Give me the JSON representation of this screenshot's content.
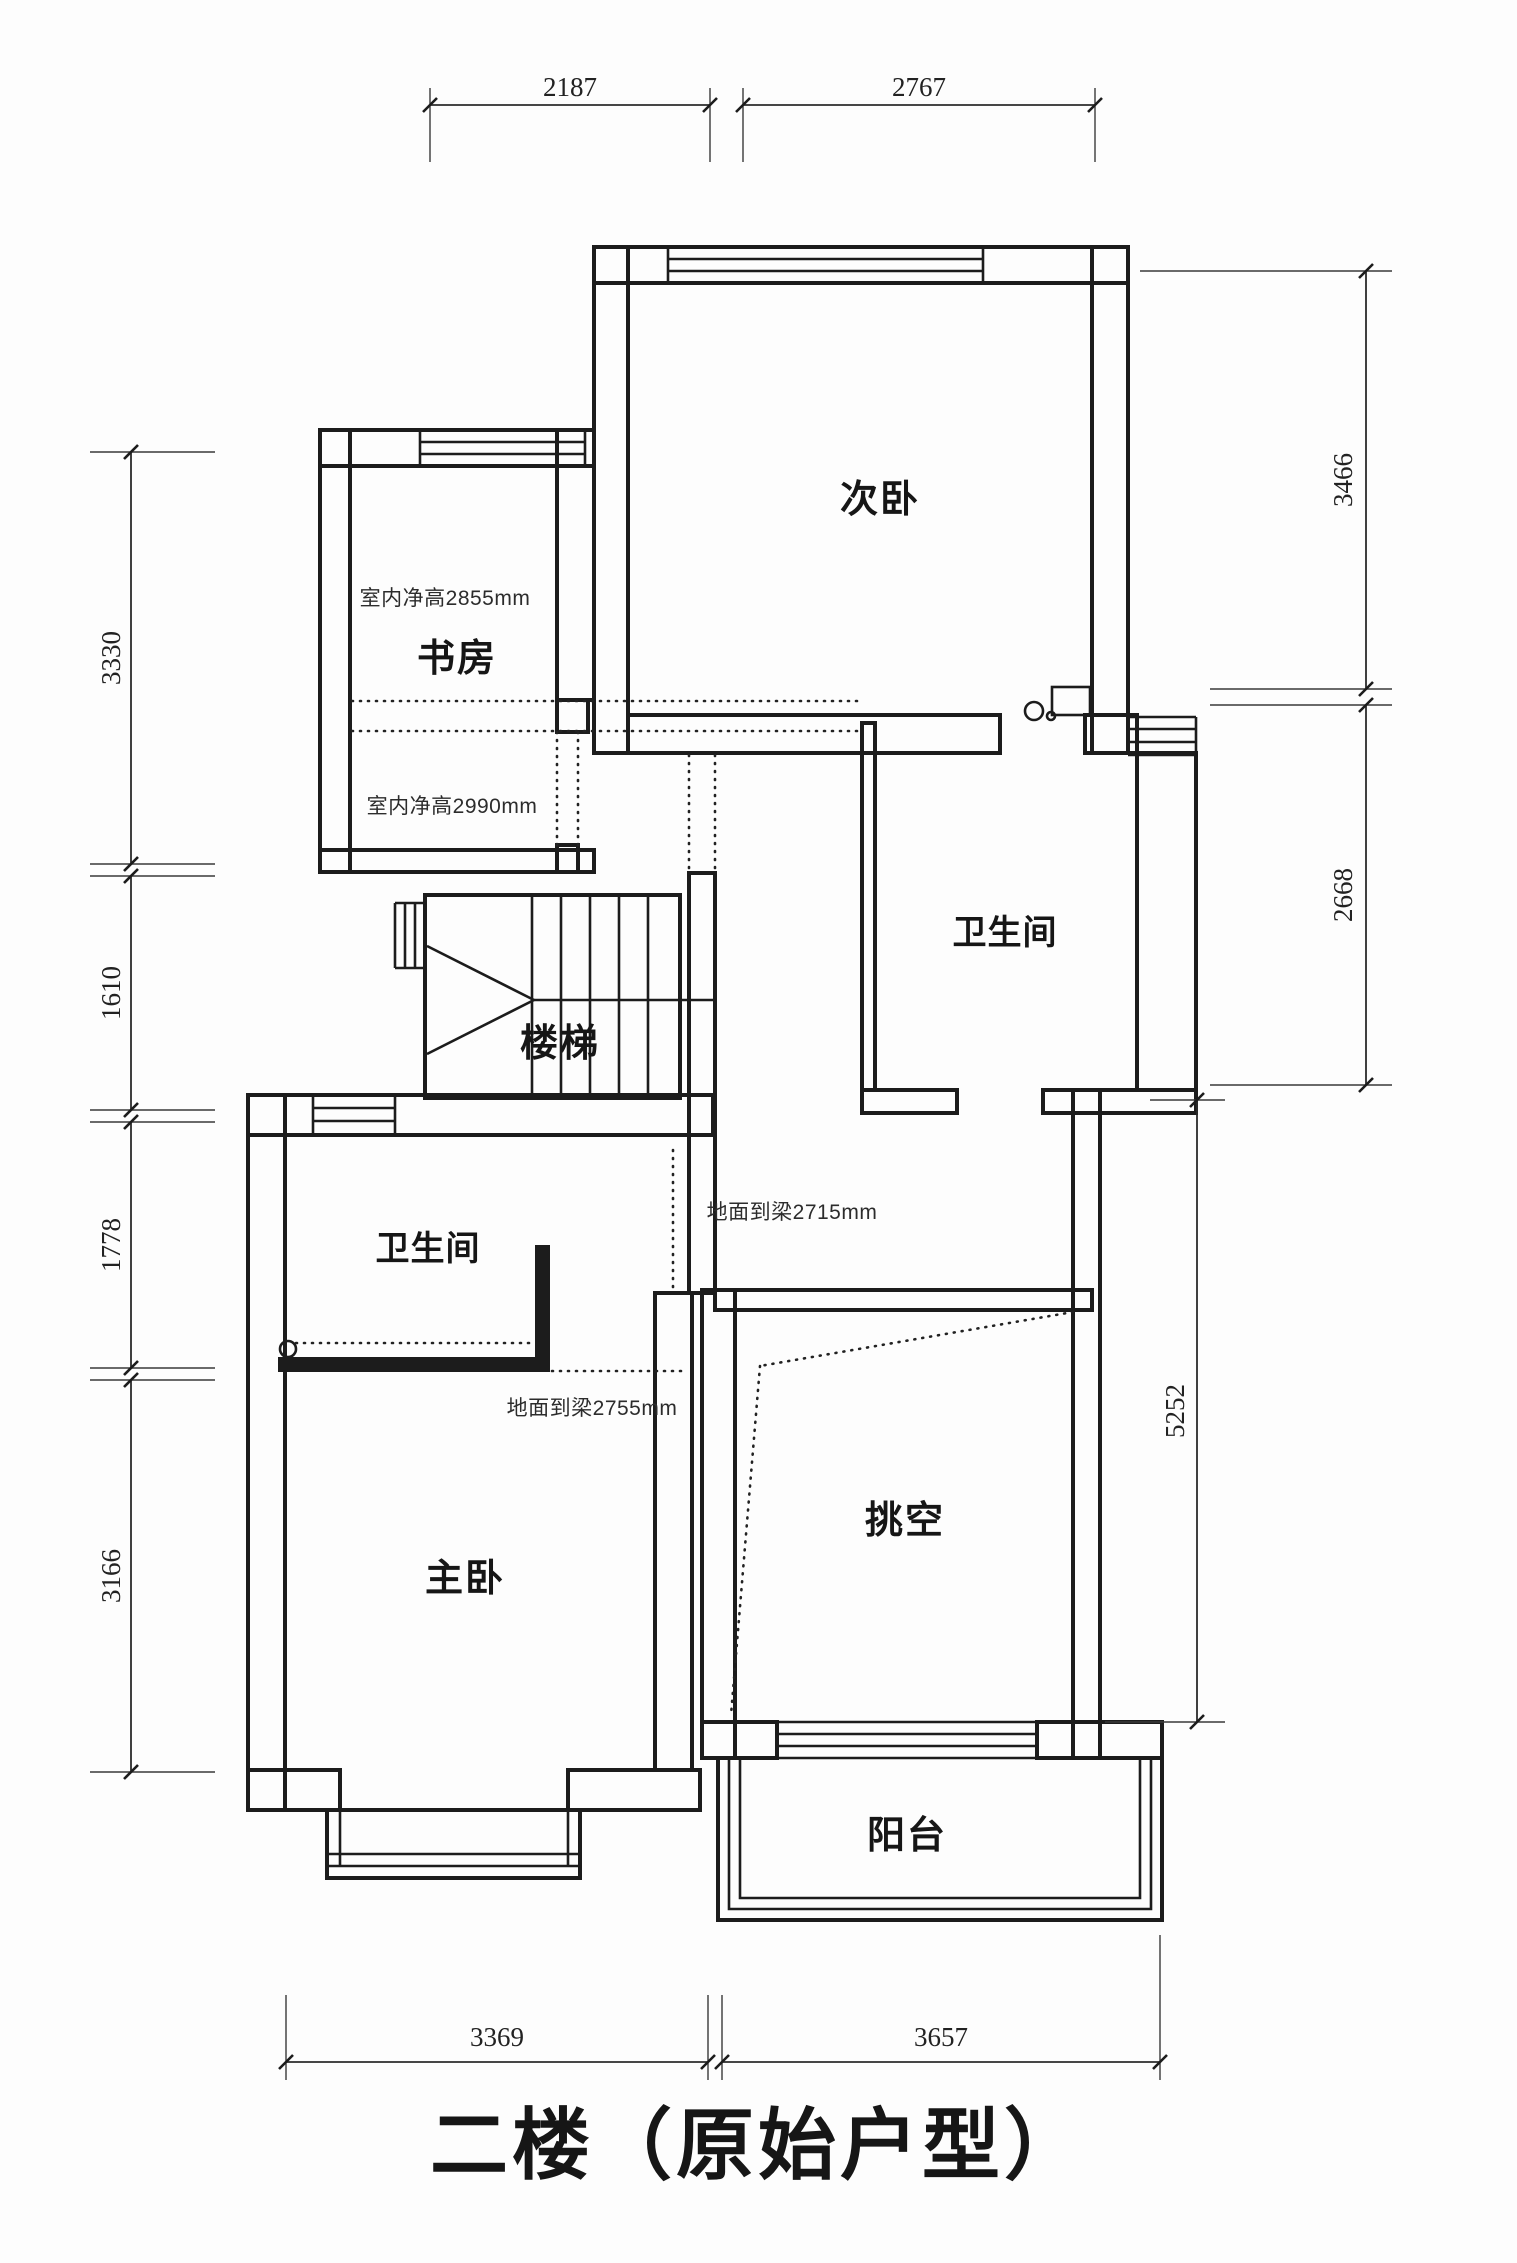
{
  "title": "二楼（原始户型）",
  "plan": {
    "rooms": {
      "secondary_bedroom": "次卧",
      "study": "书房",
      "stairs": "楼梯",
      "bathroom_upper": "卫生间",
      "bathroom_lower": "卫生间",
      "master_bedroom": "主卧",
      "double_height_void": "挑空",
      "balcony": "阳台"
    },
    "annotations": {
      "study_clear_height": "室内净高2855mm",
      "lower_clear_height": "室内净高2990mm",
      "beam_height_right": "地面到梁2715mm",
      "beam_height_left": "地面到梁2755mm"
    },
    "dimensions": {
      "top": [
        "2187",
        "2767"
      ],
      "left": [
        "3330",
        "1610",
        "1778",
        "3166"
      ],
      "right": [
        "3466",
        "2668"
      ],
      "right_inner": [
        "5252"
      ],
      "bottom": [
        "3369",
        "3657"
      ]
    }
  }
}
